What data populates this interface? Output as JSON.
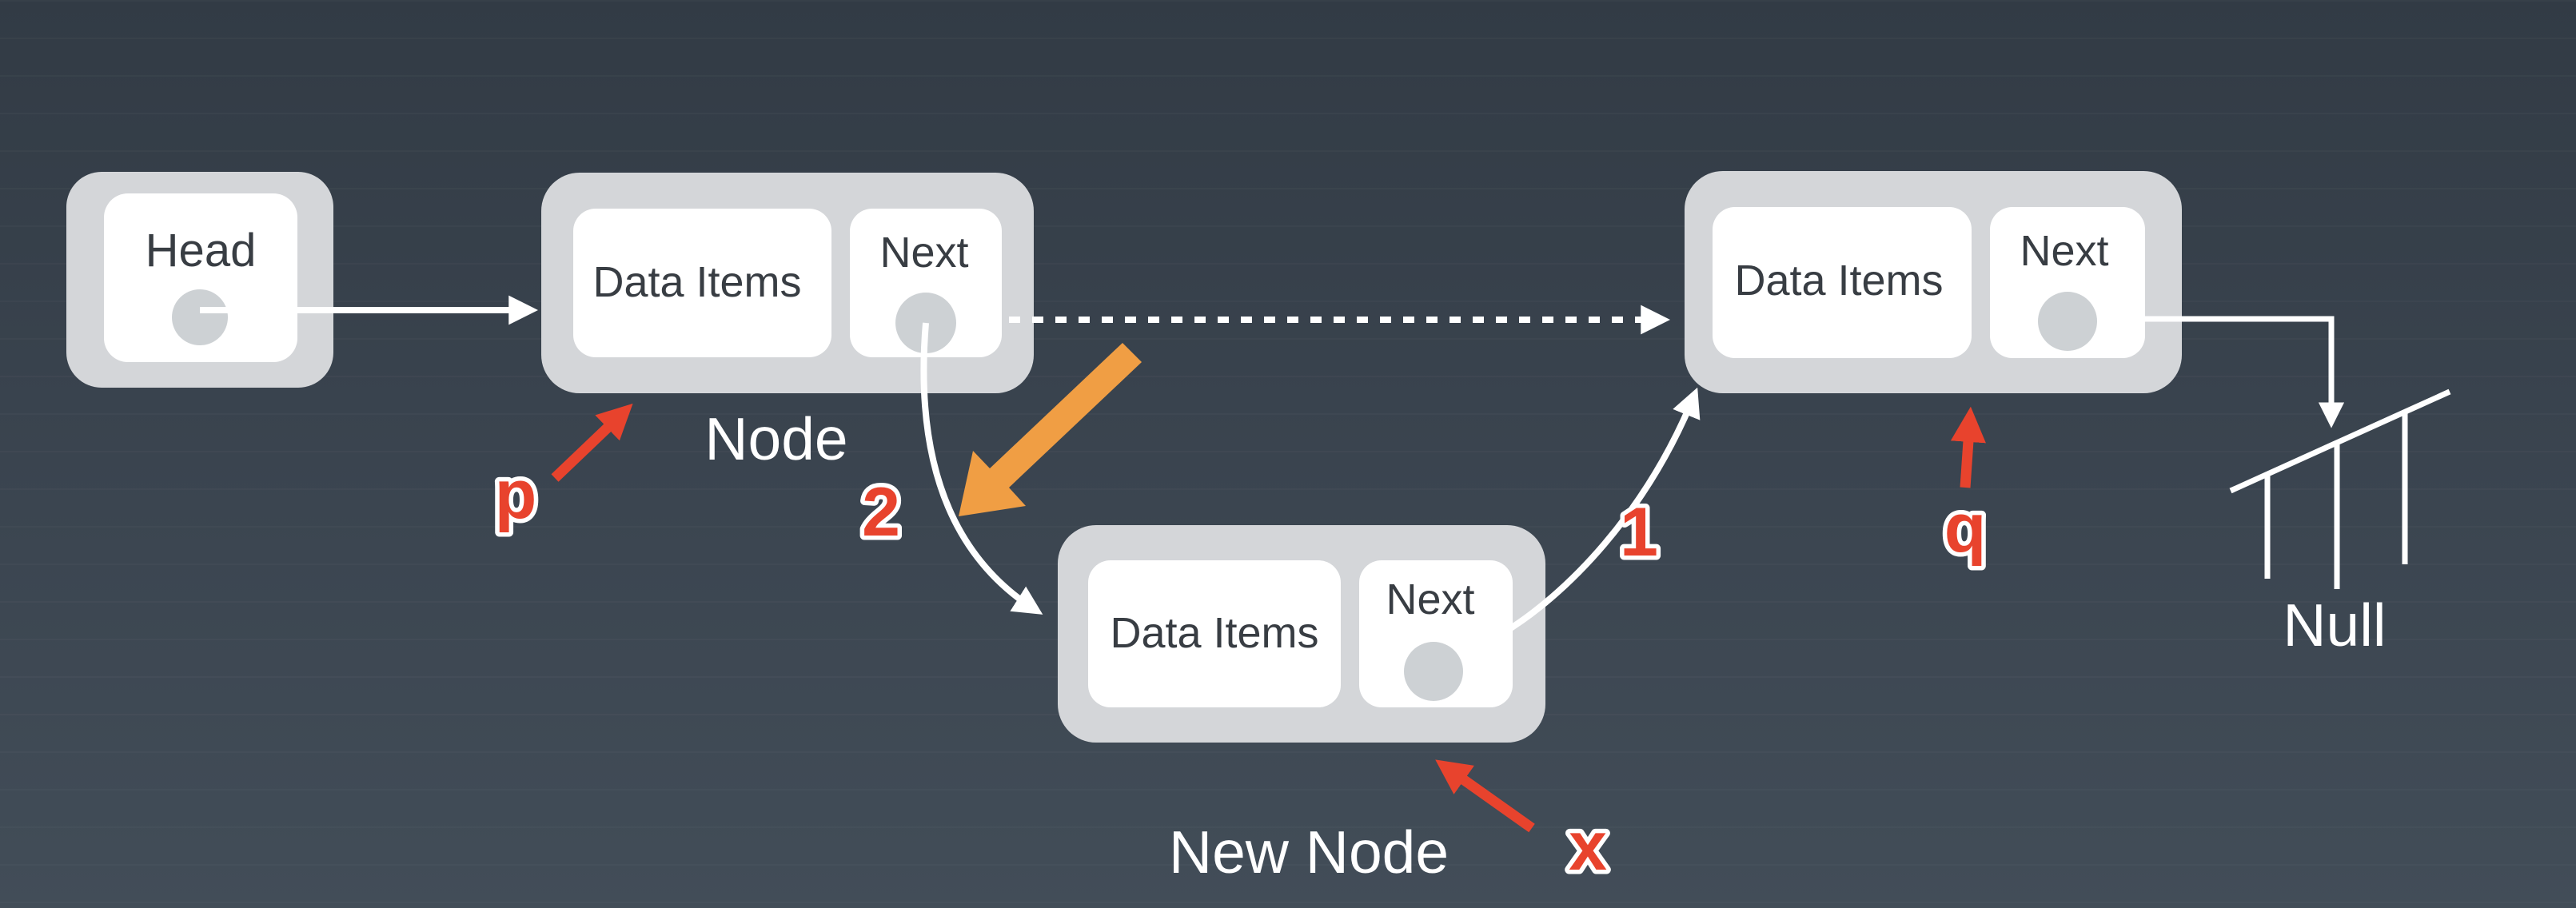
{
  "colors": {
    "background_top": "#323b45",
    "background_bottom": "#424d58",
    "node_shell": "#d4d6d9",
    "node_field": "#ffffff",
    "pointer_dot": "#cdd1d4",
    "field_text": "#383d43",
    "caption_text": "#ffffff",
    "connector": "#ffffff",
    "accent_red": "#e8432d",
    "accent_orange": "#f09e44"
  },
  "head": {
    "label": "Head"
  },
  "first_node": {
    "data_label": "Data Items",
    "next_label": "Next",
    "caption": "Node"
  },
  "new_node": {
    "data_label": "Data Items",
    "next_label": "Next",
    "caption": "New Node"
  },
  "tail_node": {
    "data_label": "Data Items",
    "next_label": "Next"
  },
  "terminator": {
    "label": "Null"
  },
  "annotations": {
    "pointer_p": "p",
    "step_2": "2",
    "step_1": "1",
    "pointer_q": "q",
    "pointer_x": "x"
  }
}
